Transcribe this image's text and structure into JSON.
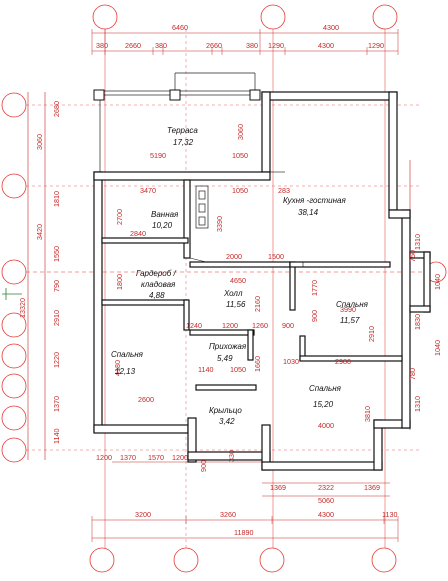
{
  "dims_top_overall": "6460",
  "dims_top_overall2": "4300",
  "dims_top_row": [
    "380",
    "2660",
    "380",
    "2660",
    "380",
    "1290",
    "4300",
    "1290"
  ],
  "dims_bottom_row1": [
    "3200",
    "3260",
    "4300",
    "1130"
  ],
  "dims_bottom_overall": "11890",
  "dims_left_col": [
    "3060",
    "2680",
    "1810",
    "3420",
    "1550",
    "790",
    "2910",
    "13320",
    "1220",
    "1370",
    "1140"
  ],
  "dims_right_col": [
    "1310",
    "750",
    "1040",
    "1830",
    "1040",
    "780",
    "1310"
  ],
  "interior_dims": {
    "terrace_w": "5190",
    "t1050a": "1050",
    "t1050b": "1050",
    "t283": "283",
    "t3060": "3060",
    "t3470": "3470",
    "t2700": "2700",
    "t3390": "3390",
    "t2840": "2840",
    "t2000": "2000",
    "t1500": "1500",
    "t4650": "4650",
    "t1800": "1800",
    "t1770": "1770",
    "t900a": "900",
    "t3990": "3990",
    "t2160": "2160",
    "t1240": "1240",
    "t1200a": "1200",
    "t1260": "1260",
    "t900b": "900",
    "t1030": "1030",
    "t2980": "2980",
    "t4180": "4180",
    "t1140": "1140",
    "t1050c": "1050",
    "t1660": "1660",
    "t2600": "2600",
    "t4000": "4000",
    "t3810": "3810",
    "t1370": "1370",
    "t1200b": "1200",
    "t1570": "1570",
    "t1200c": "1200",
    "t900c": "900",
    "t330": "330",
    "t1369a": "1369",
    "t2322": "2322",
    "t1369b": "1369",
    "t5060": "5060",
    "t2910": "2910"
  },
  "rooms": [
    {
      "name": "Терраса",
      "area": "17,32"
    },
    {
      "name": "Кухня -гостиная",
      "area": "38,14"
    },
    {
      "name": "Ванная",
      "area": "10,20"
    },
    {
      "name": "Гардероб /",
      "name2": "кладовая",
      "area": "4,88"
    },
    {
      "name": "Холл",
      "area": "11,56"
    },
    {
      "name": "Спальня",
      "area": "11,57"
    },
    {
      "name": "Прихожая",
      "area": "5,49"
    },
    {
      "name": "Спальня",
      "area": "12,13"
    },
    {
      "name": "Спальня",
      "area": "15,20"
    },
    {
      "name": "Крыльцо",
      "area": "3,42"
    }
  ],
  "colors": {
    "dim": "#c62828",
    "wall": "#111111",
    "grid": "#e53935"
  }
}
